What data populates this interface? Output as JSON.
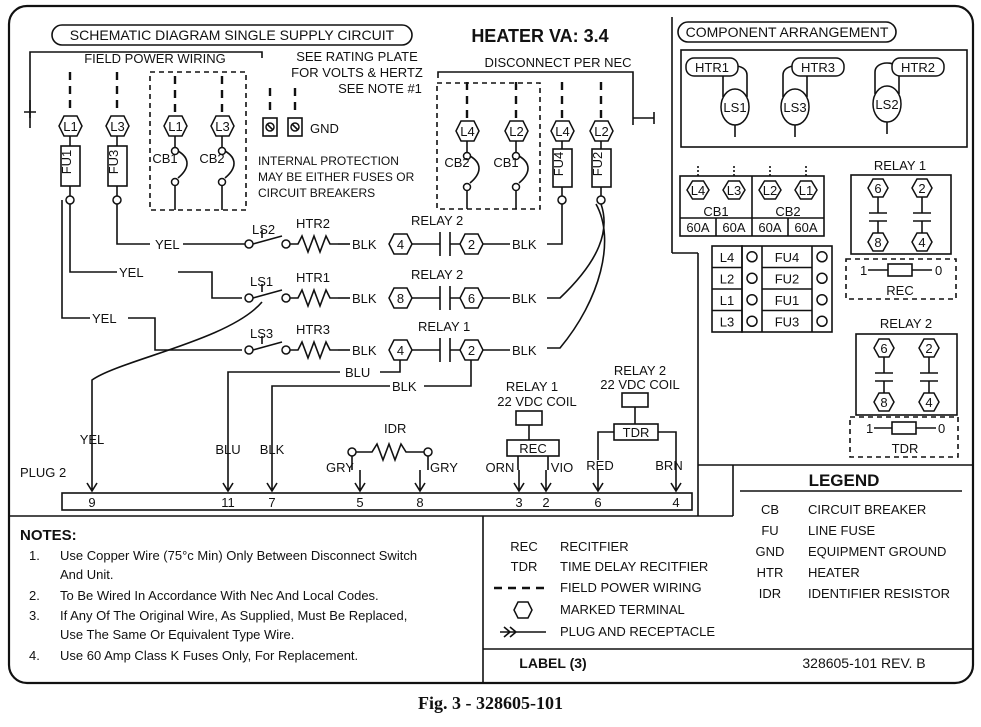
{
  "header": {
    "schematic_title": "SCHEMATIC DIAGRAM SINGLE SUPPLY CIRCUIT",
    "heater_va": "HEATER VA: 3.4",
    "component_title": "COMPONENT ARRANGEMENT"
  },
  "schematic": {
    "field_power_wiring": "FIELD POWER WIRING",
    "rating_note": [
      "SEE RATING PLATE",
      "FOR VOLTS & HERTZ",
      "SEE NOTE #1"
    ],
    "disconnect": "DISCONNECT PER NEC",
    "gnd": "GND",
    "internal_protection": [
      "INTERNAL PROTECTION",
      "MAY BE EITHER FUSES OR",
      "CIRCUIT BREAKERS"
    ],
    "left_terminals": [
      "L1",
      "L3"
    ],
    "left_fuses": [
      "FU1",
      "FU3"
    ],
    "left_breaker_terminals": [
      "L1",
      "L3"
    ],
    "left_breakers": [
      "CB1",
      "CB2"
    ],
    "right_breaker_terminals": [
      "L4",
      "L2"
    ],
    "right_breakers": [
      "CB2",
      "CB1"
    ],
    "right_terminals": [
      "L4",
      "L2"
    ],
    "right_fuses": [
      "FU4",
      "FU2"
    ],
    "rows": [
      {
        "wire": "YEL",
        "switch": "LS2",
        "heater": "HTR2",
        "relay": "RELAY 2",
        "t1": "4",
        "t2": "2",
        "blk1": "BLK",
        "blk2": "BLK"
      },
      {
        "wire": "YEL",
        "switch": "LS1",
        "heater": "HTR1",
        "relay": "RELAY 2",
        "t1": "8",
        "t2": "6",
        "blk1": "BLK",
        "blk2": "BLK"
      },
      {
        "wire": "YEL",
        "switch": "LS3",
        "heater": "HTR3",
        "relay": "RELAY 1",
        "t1": "4",
        "t2": "2",
        "blk1": "BLK",
        "blk2": "BLK"
      }
    ],
    "blu": "BLU",
    "blk": "BLK",
    "idr": "IDR",
    "relay1_coil": [
      "RELAY 1",
      "22 VDC COIL"
    ],
    "relay2_coil": [
      "RELAY 2",
      "22 VDC COIL"
    ],
    "rec": "REC",
    "tdr": "TDR",
    "plug_label": "PLUG 2",
    "plug_wires": [
      "YEL",
      "BLU",
      "BLK",
      "GRY",
      "GRY",
      "ORN",
      "VIO",
      "RED",
      "BRN"
    ],
    "plug_pins": [
      "9",
      "11",
      "7",
      "5",
      "8",
      "3",
      "2",
      "6",
      "4"
    ]
  },
  "component_arrangement": {
    "heaters": [
      "HTR1",
      "HTR3",
      "HTR2"
    ],
    "limit_switches": [
      "LS1",
      "LS3",
      "LS2"
    ],
    "breaker_terminals": [
      "L4",
      "L3",
      "L2",
      "L1"
    ],
    "breakers": [
      "CB1",
      "CB2"
    ],
    "breaker_ratings": [
      "60A",
      "60A",
      "60A",
      "60A"
    ],
    "fuse_block_lines": [
      "L4",
      "L2",
      "L1",
      "L3"
    ],
    "fuse_block_fuses": [
      "FU4",
      "FU2",
      "FU1",
      "FU3"
    ],
    "relay1": {
      "title": "RELAY 1",
      "top": [
        "6",
        "2"
      ],
      "bottom": [
        "8",
        "4"
      ],
      "rec": "REC",
      "pin_left": "1",
      "pin_right": "0"
    },
    "relay2": {
      "title": "RELAY 2",
      "top": [
        "6",
        "2"
      ],
      "bottom": [
        "8",
        "4"
      ],
      "tdr": "TDR",
      "pin_left": "1",
      "pin_right": "0"
    }
  },
  "legend": {
    "title": "LEGEND",
    "items": [
      {
        "abbr": "CB",
        "desc": "CIRCUIT BREAKER"
      },
      {
        "abbr": "FU",
        "desc": "LINE FUSE"
      },
      {
        "abbr": "GND",
        "desc": "EQUIPMENT GROUND"
      },
      {
        "abbr": "HTR",
        "desc": "HEATER"
      },
      {
        "abbr": "IDR",
        "desc": "IDENTIFIER RESISTOR"
      }
    ],
    "symbols": [
      {
        "abbr": "REC",
        "desc": "RECITFIER"
      },
      {
        "abbr": "TDR",
        "desc": "TIME DELAY RECITFIER"
      },
      {
        "abbr": "",
        "desc": "FIELD POWER WIRING"
      },
      {
        "abbr": "",
        "desc": "MARKED TERMINAL"
      },
      {
        "abbr": "",
        "desc": "PLUG AND RECEPTACLE"
      }
    ]
  },
  "notes": {
    "title": "NOTES:",
    "items": [
      {
        "num": "1.",
        "lines": [
          "Use Copper Wire (75°c Min) Only Between Disconnect Switch",
          "And Unit."
        ]
      },
      {
        "num": "2.",
        "lines": [
          "To Be Wired In Accordance With Nec And Local Codes."
        ]
      },
      {
        "num": "3.",
        "lines": [
          "If Any Of The Original Wire, As Supplied, Must Be Replaced,",
          "Use The Same Or Equivalent Type Wire."
        ]
      },
      {
        "num": "4.",
        "lines": [
          "Use 60 Amp Class K Fuses Only, For Replacement."
        ]
      }
    ]
  },
  "footer": {
    "label": "LABEL (3)",
    "part": "328605-101 REV. B"
  },
  "caption": "Fig. 3 - 328605-101"
}
